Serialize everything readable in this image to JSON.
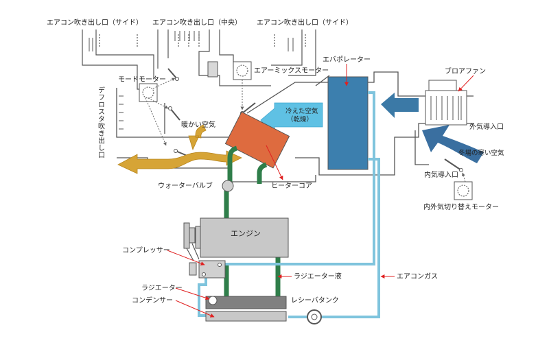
{
  "labels": {
    "vent_side_left": "エアコン吹き出し口（サイド）",
    "vent_center": "エアコン吹き出し口（中央）",
    "vent_side_right": "エアコン吹き出し口（サイド）",
    "defrost_outlet": "デフロスタ吹き出し口",
    "mode_motor": "モードモーター",
    "air_mix_motor": "エアーミックスモーター",
    "evaporator": "エバポレーター",
    "blower_fan": "ブロアファン",
    "cooled_air_1": "冷えた空気",
    "cooled_air_2": "（乾燥）",
    "warm_air": "暖かい空気",
    "outside_air_inlet": "外気導入口",
    "winter_cold_air": "冬場の寒い空気",
    "inside_air_inlet": "内気導入口",
    "recirc_motor": "内外気切り替えモーター",
    "water_valve": "ウォーターバルブ",
    "heater_core": "ヒーターコア",
    "engine": "エンジン",
    "compressor": "コンプレッサー",
    "radiator_fluid": "ラジエーター液",
    "ac_gas": "エアコンガス",
    "radiator": "ラジエーター",
    "condenser": "コンデンサー",
    "receiver_tank": "レシーバタンク"
  },
  "colors": {
    "duct_line": "#555555",
    "evaporator": "#3c7fae",
    "heater_core": "#de6b3f",
    "warm_air": "#d6a436",
    "cool_air": "#5fc1e4",
    "blower_arrow": "#3b79a6",
    "cold_air": "#3a6fa0",
    "coolant_pipe": "#2f7e4a",
    "refrigerant_pipe": "#7fc4dd",
    "engine_fill": "#c8c8c8",
    "leader_line": "#e02020"
  }
}
